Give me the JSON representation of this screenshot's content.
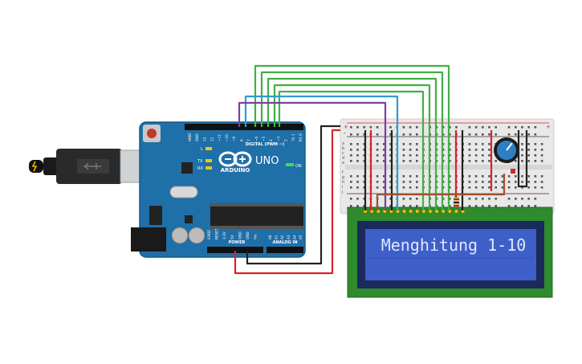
{
  "arduino": {
    "brand": "ARDUINO",
    "model": "UNO",
    "on_label": "ON",
    "tx_label": "TX",
    "rx_label": "RX",
    "l_label": "L",
    "digital_header": "DIGITAL (PWM ~)",
    "digital_pins": [
      "AREF",
      "GND",
      "13",
      "12",
      "~11",
      "~10",
      "~9",
      "8",
      "7",
      "~6",
      "~5",
      "4",
      "~3",
      "2",
      "TX 1",
      "RX 0"
    ],
    "power_header": "POWER",
    "power_pins": [
      "IOREF",
      "RESET",
      "3.3V",
      "5V",
      "GND",
      "GND",
      "Vin"
    ],
    "analog_header": "ANALOG IN",
    "analog_pins": [
      "A0",
      "A1",
      "A2",
      "A3",
      "A4",
      "A5"
    ]
  },
  "lcd": {
    "line1": "Menghitung 1-10",
    "line2": ""
  },
  "breadboard": {
    "plus_label": "+",
    "minus_label": "-",
    "row_letters_top": [
      "a",
      "b",
      "c",
      "d",
      "e"
    ],
    "row_letters_bottom": [
      "f",
      "g",
      "h",
      "i",
      "j"
    ]
  },
  "colors": {
    "board": "#1f6fa8",
    "wire_green": "#3fb144",
    "wire_blue": "#2e9bd6",
    "wire_purple": "#7b3fa0",
    "wire_red": "#d8232a",
    "wire_black": "#222222",
    "wire_brown": "#a0522d",
    "lcd_pcb": "#2e8b2e",
    "lcd_screen": "#3f5fc8"
  }
}
